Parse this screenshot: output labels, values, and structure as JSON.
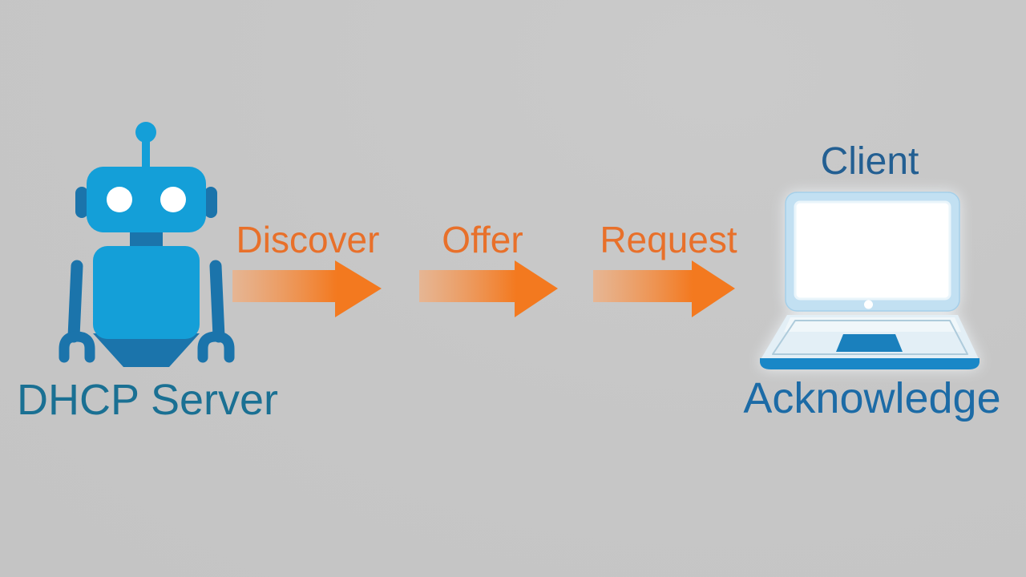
{
  "background_color": "#c6c6c6",
  "server": {
    "label": "DHCP Server",
    "icon": "robot-icon",
    "label_color": "#1a7093"
  },
  "client": {
    "label": "Client",
    "ack_label": "Acknowledge",
    "icon": "laptop-icon",
    "label_color": "#235f92",
    "ack_label_color": "#1c6ba6"
  },
  "messages": [
    {
      "label": "Discover"
    },
    {
      "label": "Offer"
    },
    {
      "label": "Request"
    }
  ],
  "colors": {
    "message_text": "#e8702a",
    "arrow_solid": "#f3791f",
    "arrow_fade": "#f0b083",
    "robot_primary": "#149fd8",
    "robot_secondary": "#1b74ab",
    "robot_eye": "#ffffff",
    "laptop_frame": "#c2e0f2",
    "laptop_screen": "#ffffff",
    "laptop_deck": "#e3eff6",
    "laptop_keyboard_band": "#f0f7fa",
    "laptop_dark_blue": "#1987c7",
    "laptop_trackpad": "#1a80bd"
  }
}
